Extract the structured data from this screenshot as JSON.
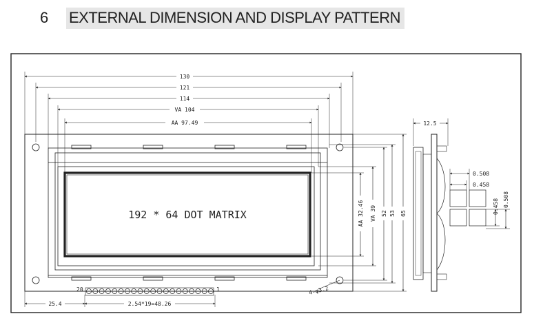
{
  "section": {
    "number": "6",
    "title": "EXTERNAL DIMENSION AND DISPLAY PATTERN"
  },
  "drawing": {
    "matrix_label": "192 * 64 DOT MATRIX",
    "dims": {
      "w130": "130",
      "w121": "121",
      "w114": "114",
      "va104": "VA 104",
      "aa9749": "AA 97.49",
      "aa3246": "AA 32.46",
      "va39": "VA 39",
      "h52": "52",
      "h53": "53",
      "h65": "65",
      "d254": "25.4",
      "pitch": "2.54*19=48.26",
      "hole": "4-φ3.2",
      "side": "12.5",
      "dot508a": "0.508",
      "dot458a": "0.458",
      "dot458b": "0.458",
      "dot508b": "0.508"
    },
    "pins": {
      "first": "20",
      "last": "1",
      "count": 20
    }
  }
}
